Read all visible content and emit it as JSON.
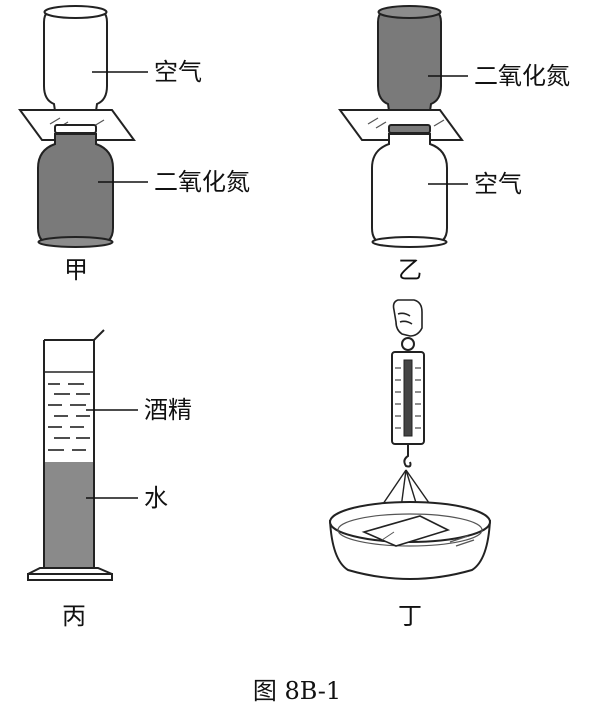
{
  "panels": {
    "jia": {
      "panel_label": "甲",
      "top_label": "空气",
      "bottom_label": "二氧化氮"
    },
    "yi": {
      "panel_label": "乙",
      "top_label": "二氧化氮",
      "bottom_label": "空气"
    },
    "bing": {
      "panel_label": "丙",
      "upper_liquid_label": "酒精",
      "lower_liquid_label": "水"
    },
    "ding": {
      "panel_label": "丁"
    }
  },
  "figure_caption": "图 8B-1",
  "colors": {
    "gas_fill": "#7a7a7a",
    "water_fill": "#8a8a8a",
    "outline": "#222222",
    "background": "#ffffff"
  }
}
